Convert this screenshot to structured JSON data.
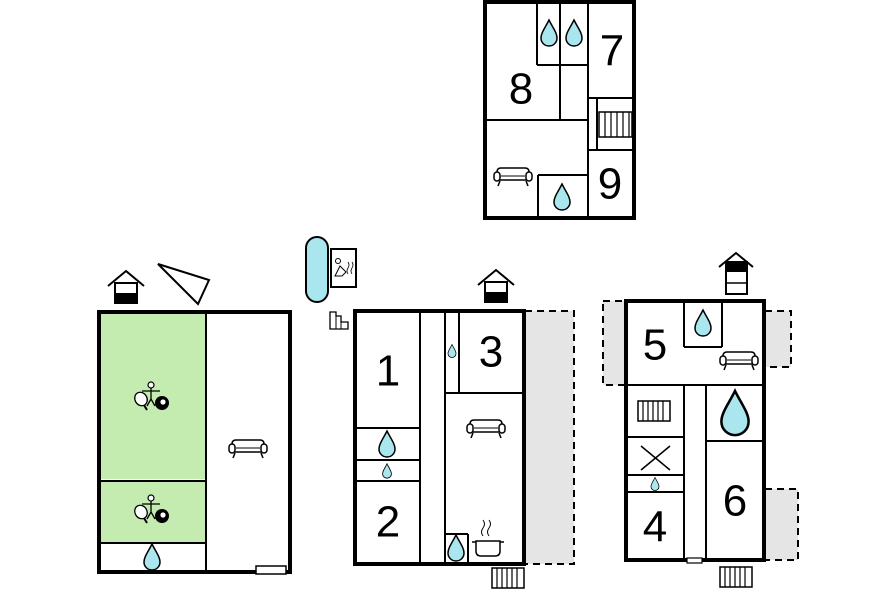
{
  "colors": {
    "wall": "#000000",
    "green_room": "#c5ecb0",
    "water": "#a9e6ee",
    "terrace": "#e5e5e5",
    "background": "#ffffff"
  },
  "room_numbers": {
    "r1": "1",
    "r2": "2",
    "r3": "3",
    "r4": "4",
    "r5": "5",
    "r6": "6",
    "r7": "7",
    "r8": "8",
    "r9": "9"
  },
  "icons": [
    "water-drop-icon",
    "sofa-icon",
    "house-icon",
    "stairs-icon",
    "radiator-icon",
    "kitchen-pot-icon",
    "table-tennis-icon",
    "billiard-ball-icon",
    "sauna-icon",
    "pool-icon",
    "compass-icon"
  ]
}
